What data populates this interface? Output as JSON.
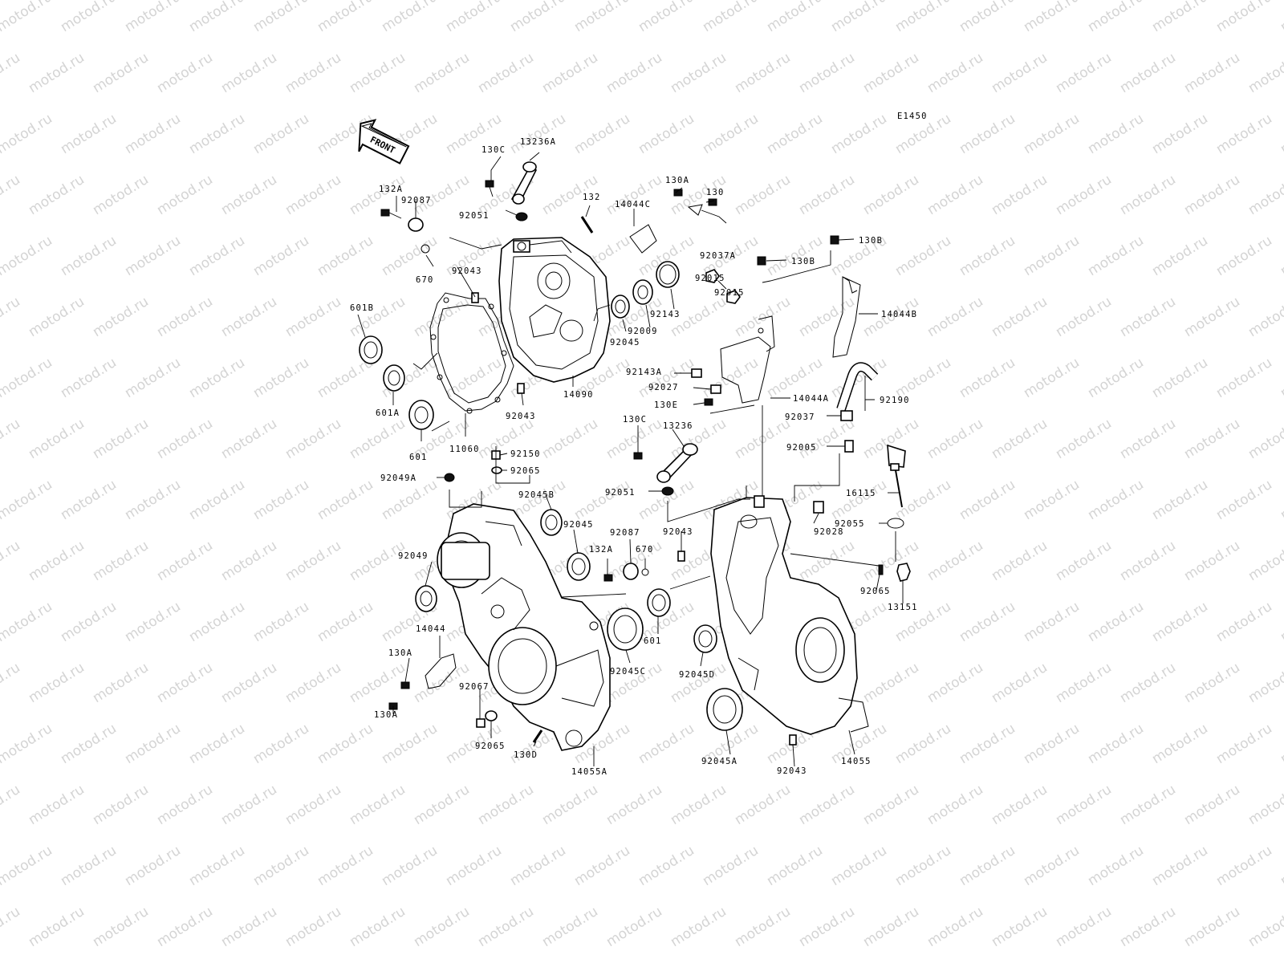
{
  "diagram_code": "E1450",
  "front_arrow_label": "FRONT",
  "watermark_text": "motod.ru",
  "labels": [
    {
      "id": "l-130C-a",
      "text": "130C"
    },
    {
      "id": "l-13236A",
      "text": "13236A"
    },
    {
      "id": "l-132A-a",
      "text": "132A"
    },
    {
      "id": "l-92087-a",
      "text": "92087"
    },
    {
      "id": "l-92051-a",
      "text": "92051"
    },
    {
      "id": "l-132",
      "text": "132"
    },
    {
      "id": "l-14044C",
      "text": "14044C"
    },
    {
      "id": "l-130A-a",
      "text": "130A"
    },
    {
      "id": "l-130",
      "text": "130"
    },
    {
      "id": "l-92037A",
      "text": "92037A"
    },
    {
      "id": "l-130B-a",
      "text": "130B"
    },
    {
      "id": "l-130B-b",
      "text": "130B"
    },
    {
      "id": "l-670-a",
      "text": "670"
    },
    {
      "id": "l-92043-a",
      "text": "92043"
    },
    {
      "id": "l-92015-a",
      "text": "92015"
    },
    {
      "id": "l-92015-b",
      "text": "92015"
    },
    {
      "id": "l-14044B",
      "text": "14044B"
    },
    {
      "id": "l-601B",
      "text": "601B"
    },
    {
      "id": "l-92143",
      "text": "92143"
    },
    {
      "id": "l-92009",
      "text": "92009"
    },
    {
      "id": "l-92045-a",
      "text": "92045"
    },
    {
      "id": "l-92143A",
      "text": "92143A"
    },
    {
      "id": "l-92027",
      "text": "92027"
    },
    {
      "id": "l-14090",
      "text": "14090"
    },
    {
      "id": "l-14044A",
      "text": "14044A"
    },
    {
      "id": "l-92190",
      "text": "92190"
    },
    {
      "id": "l-130E",
      "text": "130E"
    },
    {
      "id": "l-601A",
      "text": "601A"
    },
    {
      "id": "l-92043-b",
      "text": "92043"
    },
    {
      "id": "l-92037",
      "text": "92037"
    },
    {
      "id": "l-601-a",
      "text": "601"
    },
    {
      "id": "l-11060",
      "text": "11060"
    },
    {
      "id": "l-130C-b",
      "text": "130C"
    },
    {
      "id": "l-13236",
      "text": "13236"
    },
    {
      "id": "l-92005",
      "text": "92005"
    },
    {
      "id": "l-92150",
      "text": "92150"
    },
    {
      "id": "l-92065-a",
      "text": "92065"
    },
    {
      "id": "l-92049A",
      "text": "92049A"
    },
    {
      "id": "l-92051-b",
      "text": "92051"
    },
    {
      "id": "l-16115",
      "text": "16115"
    },
    {
      "id": "l-92045B",
      "text": "92045B"
    },
    {
      "id": "l-92045-b",
      "text": "92045"
    },
    {
      "id": "l-92087-b",
      "text": "92087"
    },
    {
      "id": "l-92043-c",
      "text": "92043"
    },
    {
      "id": "l-92028",
      "text": "92028"
    },
    {
      "id": "l-92055",
      "text": "92055"
    },
    {
      "id": "l-92049",
      "text": "92049"
    },
    {
      "id": "l-132A-b",
      "text": "132A"
    },
    {
      "id": "l-670-b",
      "text": "670"
    },
    {
      "id": "l-92065-b",
      "text": "92065"
    },
    {
      "id": "l-13151",
      "text": "13151"
    },
    {
      "id": "l-601-b",
      "text": "601"
    },
    {
      "id": "l-14044",
      "text": "14044"
    },
    {
      "id": "l-130A-b",
      "text": "130A"
    },
    {
      "id": "l-92045C",
      "text": "92045C"
    },
    {
      "id": "l-92045D",
      "text": "92045D"
    },
    {
      "id": "l-92067",
      "text": "92067"
    },
    {
      "id": "l-130A-c",
      "text": "130A"
    },
    {
      "id": "l-92065-c",
      "text": "92065"
    },
    {
      "id": "l-130D",
      "text": "130D"
    },
    {
      "id": "l-14055A",
      "text": "14055A"
    },
    {
      "id": "l-92045A",
      "text": "92045A"
    },
    {
      "id": "l-92043-d",
      "text": "92043"
    },
    {
      "id": "l-14055",
      "text": "14055"
    }
  ]
}
